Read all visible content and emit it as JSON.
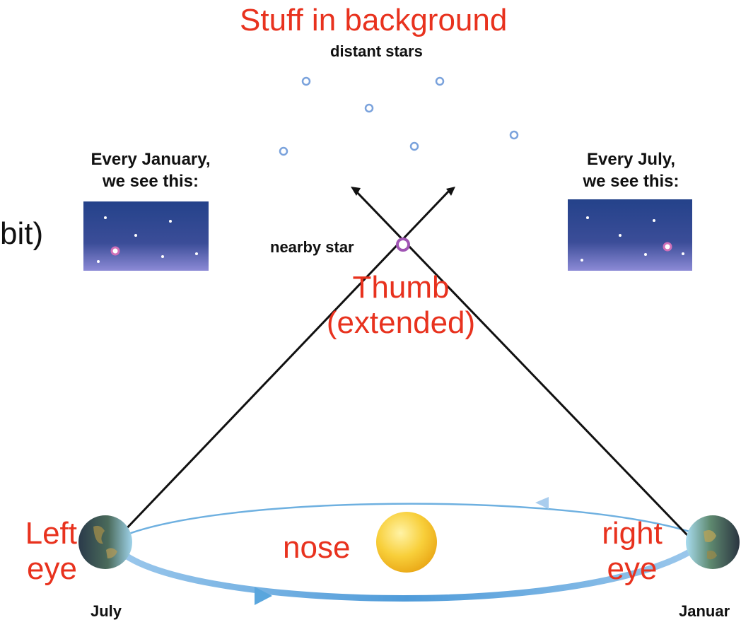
{
  "title": "Stuff in background",
  "distant_stars_label": "distant stars",
  "january_caption": "Every January,\nwe see this:",
  "july_caption": "Every July,\nwe see this:",
  "cut_text": "bit)",
  "nearby_star_label": "nearby star",
  "thumb_label": "Thumb\n(extended)",
  "left_eye_label": "Left\neye",
  "right_eye_label": "right\neye",
  "nose_label": "nose",
  "july_month": "July",
  "january_month": "Januar",
  "colors": {
    "annotation_red": "#e8321e",
    "orbit_blue": "#5aa6dd",
    "sky_top": "#24428a",
    "sky_bottom": "#8c8ad6",
    "nearby_star": "#a054b4",
    "distant_star": "#7aa2dc",
    "sun": "#f6c52e"
  }
}
